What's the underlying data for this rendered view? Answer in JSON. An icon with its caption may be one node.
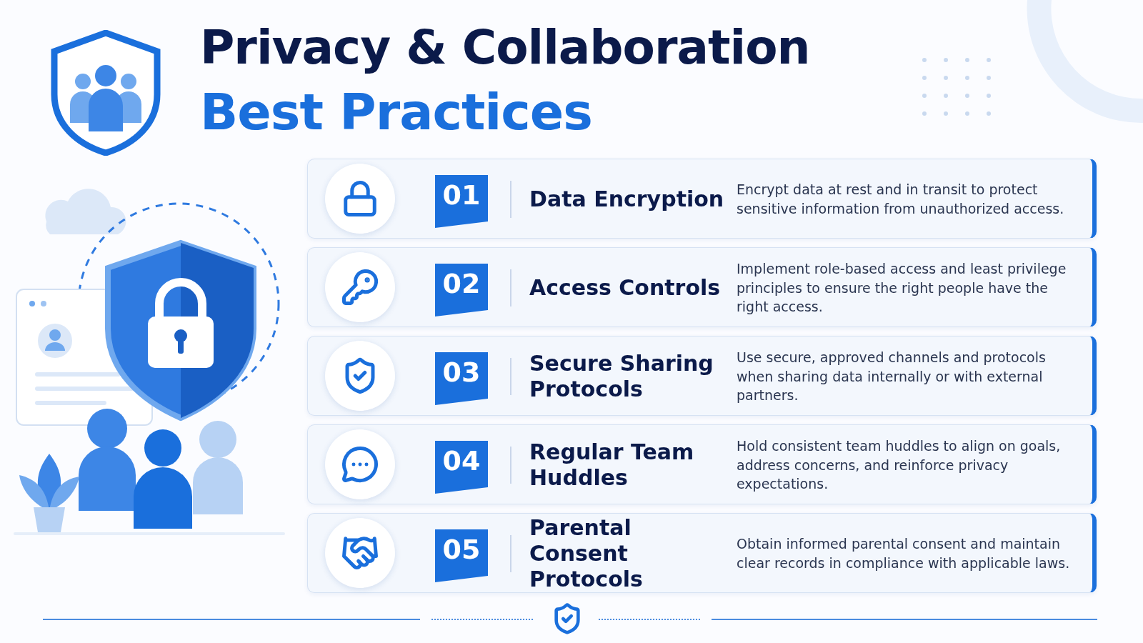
{
  "diagram": {
    "title": "Privacy & Collaboration",
    "labels": [
      "Best Practices"
    ],
    "nodes": [
      {
        "text": [
          "01",
          "Data Encryption",
          "Encrypt data at rest and in transit to protect sensitive information from unauthorized access."
        ]
      },
      {
        "text": [
          "02",
          "Access Controls",
          "Implement role-based access and least privilege principles to ensure the right people have the right access."
        ]
      },
      {
        "text": [
          "03",
          "Secure Sharing Protocols",
          "Use secure, approved channels and protocols when sharing data internally or with external partners."
        ]
      },
      {
        "text": [
          "04",
          "Regular Team Huddles",
          "Hold consistent team huddles to align on goals, address concerns, and reinforce privacy expectations."
        ]
      },
      {
        "text": [
          "05",
          "Parental Consent Protocols",
          "Obtain informed parental consent and maintain clear records in compliance with applicable laws."
        ]
      }
    ]
  }
}
